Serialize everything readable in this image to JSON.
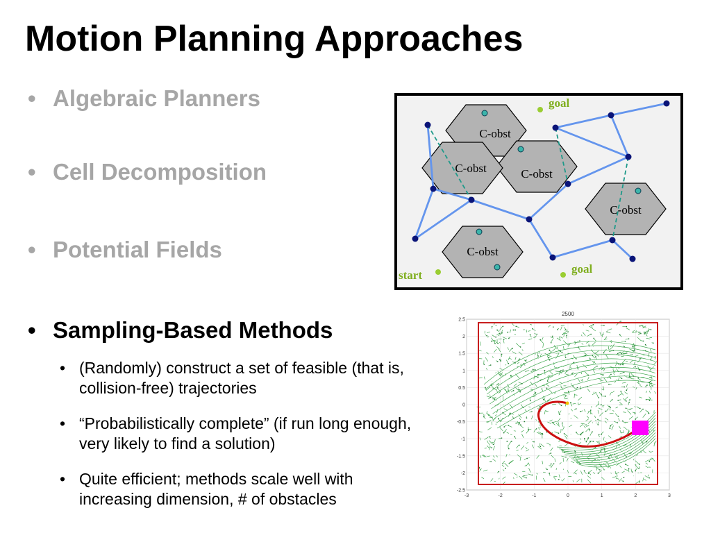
{
  "slide": {
    "title": "Motion Planning Approaches",
    "bullets": [
      {
        "label": "Algebraic Planners",
        "active": false
      },
      {
        "label": "Cell Decomposition",
        "active": false
      },
      {
        "label": "Potential Fields",
        "active": false
      },
      {
        "label": "Sampling-Based Methods",
        "active": true
      }
    ],
    "bullet_symbol": "•",
    "sub_bullets": [
      "(Randomly) construct a set of feasible (that is, collision-free) trajectories",
      "“Probabilistically complete” (if run long enough, very likely to find a solution)",
      "Quite efficient; methods scale well with increasing dimension, # of obstacles"
    ]
  },
  "diagram": {
    "obstacle_label": "C-obst",
    "start_label": "start",
    "goal_label": "goal",
    "colors": {
      "obstacle_fill": "#b3b3b3",
      "edge": "#6495ed",
      "dashed_edge": "#1f9a8a",
      "node": "#0a1478",
      "marker": "#9acd32",
      "label": "#7fae1e"
    }
  },
  "rrt_plot": {
    "title": "2500",
    "x_ticks": [
      "-3",
      "-2",
      "-1",
      "0",
      "1",
      "2",
      "3"
    ],
    "y_ticks": [
      "2.5",
      "2",
      "1.5",
      "1",
      "0.5",
      "0",
      "-0.5",
      "-1",
      "-1.5",
      "-2",
      "-2.5"
    ],
    "xlim": [
      -3,
      3
    ],
    "ylim": [
      -2.5,
      2.5
    ],
    "colors": {
      "tree": "#2e9e3e",
      "path": "#cc1010",
      "boundary": "#c81e1e",
      "goal": "#ff00ff"
    }
  }
}
